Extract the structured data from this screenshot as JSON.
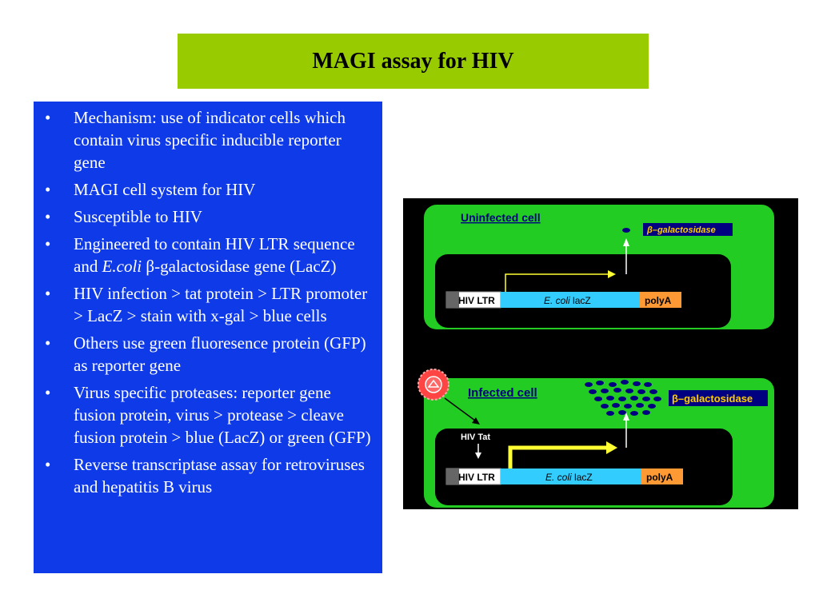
{
  "slide": {
    "title": "MAGI assay for HIV"
  },
  "bullets": [
    {
      "bullet": "•",
      "segments": [
        {
          "text": "Mechanism: use of indicator cells which contain virus specific inducible reporter gene"
        }
      ]
    },
    {
      "bullet": "•",
      "segments": [
        {
          "text": "MAGI cell system for HIV"
        }
      ]
    },
    {
      "bullet": "•",
      "segments": [
        {
          "text": "Susceptible to HIV"
        }
      ]
    },
    {
      "bullet": "•",
      "segments": [
        {
          "text": "Engineered to contain HIV LTR sequence and "
        },
        {
          "text": "E.coli",
          "italic": true
        },
        {
          "text": " β-galactosidase gene (LacZ)"
        }
      ]
    },
    {
      "bullet": "•",
      "segments": [
        {
          "text": "HIV infection > tat protein > LTR promoter > LacZ > stain with x-gal > blue cells"
        }
      ]
    },
    {
      "bullet": "•",
      "segments": [
        {
          "text": "Others use green fluoresence protein (GFP) as reporter gene"
        }
      ]
    },
    {
      "bullet": "•",
      "segments": [
        {
          "text": "Virus specific proteases: reporter gene fusion protein, virus > protease > cleave fusion protein > blue (LacZ) or green (GFP)"
        }
      ]
    },
    {
      "bullet": "•",
      "segments": [
        {
          "text": " Reverse transcriptase assay for retroviruses and hepatitis B  virus"
        }
      ]
    }
  ],
  "diagram": {
    "uninfected": {
      "label": "Uninfected cell",
      "product_prefix": "β",
      "product_rest": "–galactosidase",
      "gene_ltr": "HIV LTR",
      "gene_lacz_italic": "E. coli",
      "gene_lacz_rest": " lacZ",
      "gene_polya": "polyA"
    },
    "infected": {
      "label": "Infected cell",
      "tat_label": "HIV Tat",
      "product_text": "β–galactosidase",
      "gene_ltr": "HIV LTR",
      "gene_lacz_italic": "E. coli",
      "gene_lacz_rest": " lacZ",
      "gene_polya": "polyA"
    },
    "colors": {
      "cell": "#22cc22",
      "nucleus": "#000000",
      "ltr": "#ffffff",
      "lacz": "#33ccff",
      "polya": "#ff9933",
      "product_box": "#000080",
      "arrow": "#ffff33",
      "virus": "#ff4444"
    }
  }
}
